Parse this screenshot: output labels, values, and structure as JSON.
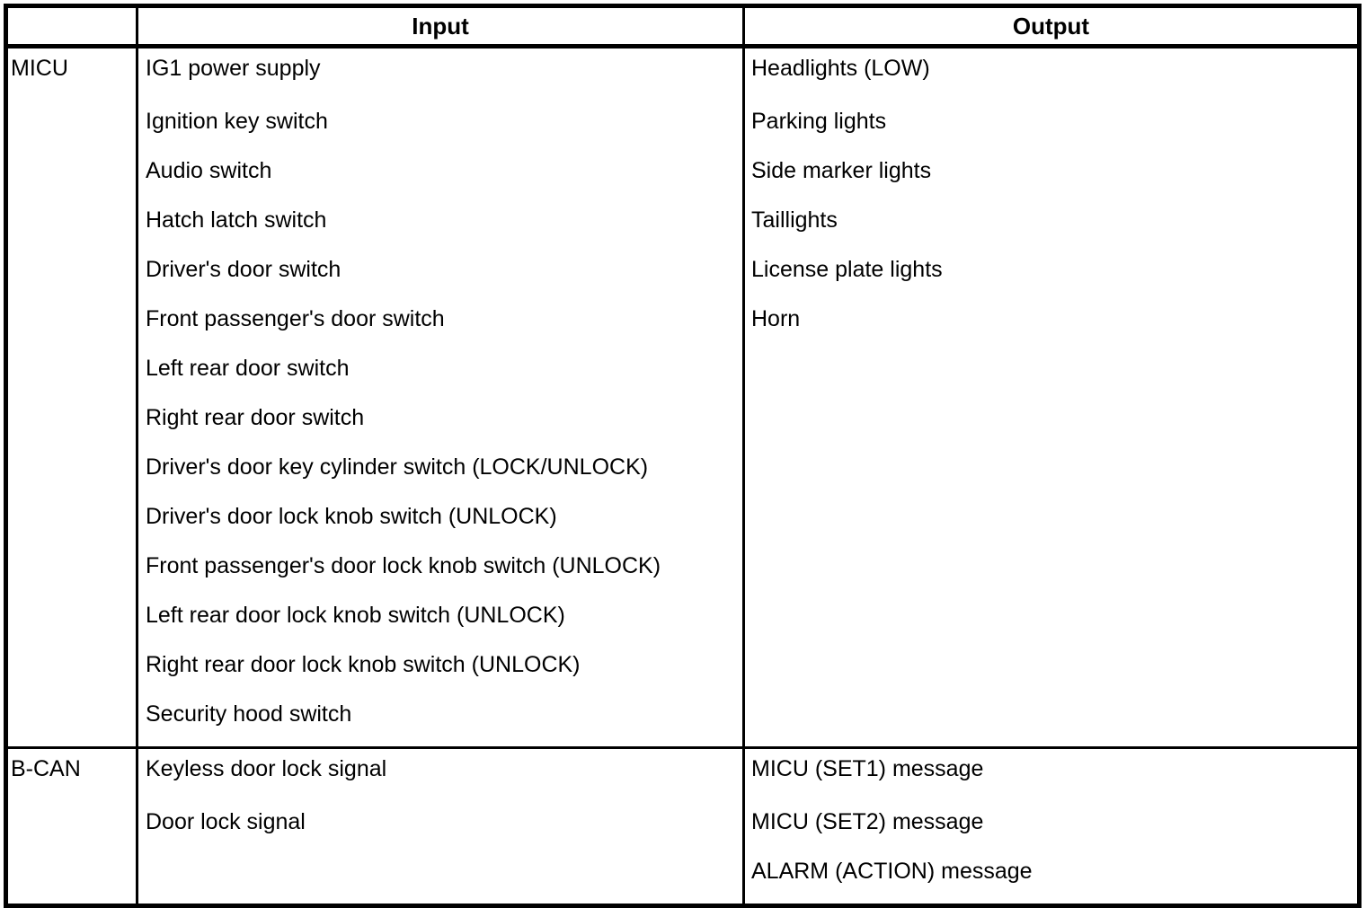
{
  "table": {
    "headers": {
      "system": "",
      "input": "Input",
      "output": "Output"
    },
    "rows": [
      {
        "system": "MICU",
        "inputs": [
          "IG1 power supply",
          "Ignition key switch",
          "Audio switch",
          "Hatch latch switch",
          "Driver's door switch",
          "Front passenger's door switch",
          "Left rear door switch",
          "Right rear door switch",
          "Driver's door key cylinder switch (LOCK/UNLOCK)",
          "Driver's door lock knob switch (UNLOCK)",
          "Front passenger's door lock knob switch (UNLOCK)",
          "Left rear door lock knob switch (UNLOCK)",
          "Right rear door lock knob switch (UNLOCK)",
          "Security hood switch"
        ],
        "outputs": [
          "Headlights (LOW)",
          "Parking lights",
          "Side marker lights",
          "Taillights",
          "License plate lights",
          "Horn"
        ]
      },
      {
        "system": "B-CAN",
        "inputs": [
          "Keyless door lock signal",
          "Door lock signal"
        ],
        "outputs": [
          "MICU (SET1) message",
          "MICU (SET2) message",
          "ALARM (ACTION) message"
        ]
      }
    ]
  },
  "colors": {
    "border": "#000000",
    "text": "#000000",
    "background": "#ffffff"
  }
}
